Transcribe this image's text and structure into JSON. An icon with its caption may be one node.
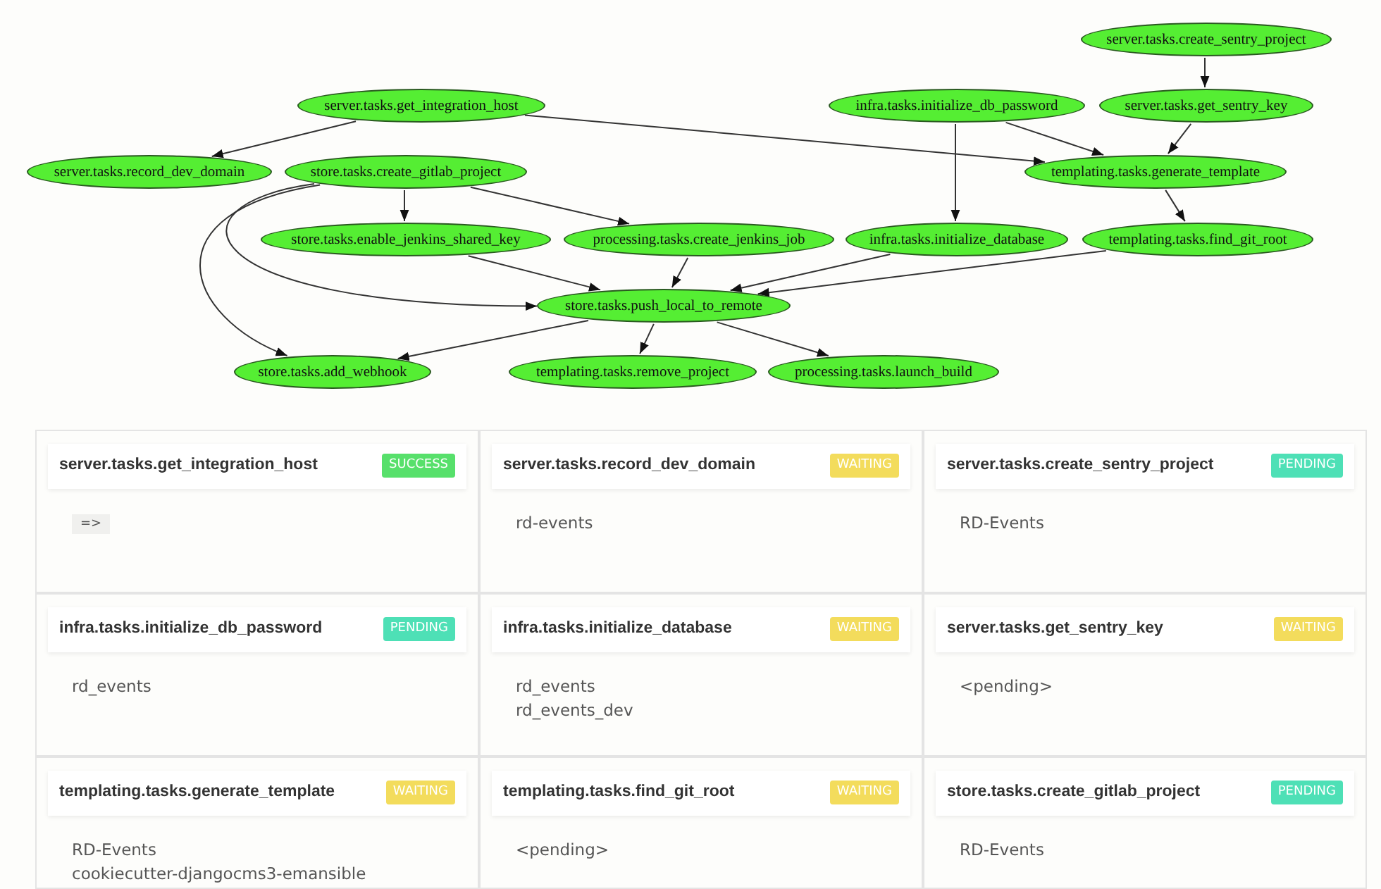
{
  "diagram": {
    "nodes": [
      {
        "text": [
          "server.tasks.create_sentry_project"
        ]
      },
      {
        "text": [
          "server.tasks.get_integration_host"
        ]
      },
      {
        "text": [
          "infra.tasks.initialize_db_password"
        ]
      },
      {
        "text": [
          "server.tasks.get_sentry_key"
        ]
      },
      {
        "text": [
          "server.tasks.record_dev_domain"
        ]
      },
      {
        "text": [
          "store.tasks.create_gitlab_project"
        ]
      },
      {
        "text": [
          "templating.tasks.generate_template"
        ]
      },
      {
        "text": [
          "store.tasks.enable_jenkins_shared_key"
        ]
      },
      {
        "text": [
          "processing.tasks.create_jenkins_job"
        ]
      },
      {
        "text": [
          "infra.tasks.initialize_database"
        ]
      },
      {
        "text": [
          "templating.tasks.find_git_root"
        ]
      },
      {
        "text": [
          "store.tasks.push_local_to_remote"
        ]
      },
      {
        "text": [
          "store.tasks.add_webhook"
        ]
      },
      {
        "text": [
          "templating.tasks.remove_project"
        ]
      },
      {
        "text": [
          "processing.tasks.launch_build"
        ]
      },
      {
        "text": [
          "server.tasks.get_integration_host",
          "=>"
        ]
      },
      {
        "text": [
          "SUCCESS"
        ],
        "in": 15
      },
      {
        "text": [
          "server.tasks.record_dev_domain",
          "rd-events"
        ]
      },
      {
        "text": [
          "WAITING"
        ],
        "in": 17
      },
      {
        "text": [
          "server.tasks.create_sentry_project",
          "RD-Events"
        ]
      },
      {
        "text": [
          "PENDING"
        ],
        "in": 19
      },
      {
        "text": [
          "infra.tasks.initialize_db_password",
          "rd_events"
        ]
      },
      {
        "text": [
          "PENDING"
        ],
        "in": 21
      },
      {
        "text": [
          "infra.tasks.initialize_database",
          "rd_events",
          "rd_events_dev"
        ]
      },
      {
        "text": [
          "WAITING"
        ],
        "in": 23
      },
      {
        "text": [
          "server.tasks.get_sentry_key",
          "<pending>"
        ]
      },
      {
        "text": [
          "WAITING"
        ],
        "in": 25
      },
      {
        "text": [
          "templating.tasks.generate_template",
          "RD-Events",
          "cookiecutter-djangocms3-emansible"
        ]
      },
      {
        "text": [
          "WAITING"
        ],
        "in": 27
      },
      {
        "text": [
          "templating.tasks.find_git_root",
          "<pending>"
        ]
      },
      {
        "text": [
          "WAITING"
        ],
        "in": 29
      },
      {
        "text": [
          "store.tasks.create_gitlab_project",
          "RD-Events"
        ]
      },
      {
        "text": [
          "PENDING"
        ],
        "in": 31
      }
    ],
    "edges": [
      {
        "from": 0,
        "to": 3,
        "arrow": "to"
      },
      {
        "from": 1,
        "to": 4,
        "arrow": "to"
      },
      {
        "from": 1,
        "to": 6,
        "arrow": "to"
      },
      {
        "from": 2,
        "to": 6,
        "arrow": "to"
      },
      {
        "from": 2,
        "to": 9,
        "arrow": "to"
      },
      {
        "from": 3,
        "to": 6,
        "arrow": "to"
      },
      {
        "from": 5,
        "to": 7,
        "arrow": "to"
      },
      {
        "from": 5,
        "to": 8,
        "arrow": "to"
      },
      {
        "from": 5,
        "to": 11,
        "arrow": "to"
      },
      {
        "from": 5,
        "to": 12,
        "arrow": "to"
      },
      {
        "from": 6,
        "to": 10,
        "arrow": "to"
      },
      {
        "from": 7,
        "to": 11,
        "arrow": "to"
      },
      {
        "from": 8,
        "to": 11,
        "arrow": "to"
      },
      {
        "from": 9,
        "to": 11,
        "arrow": "to"
      },
      {
        "from": 10,
        "to": 11,
        "arrow": "to"
      },
      {
        "from": 11,
        "to": 12,
        "arrow": "to"
      },
      {
        "from": 11,
        "to": 13,
        "arrow": "to"
      },
      {
        "from": 11,
        "to": 14,
        "arrow": "to"
      }
    ]
  }
}
